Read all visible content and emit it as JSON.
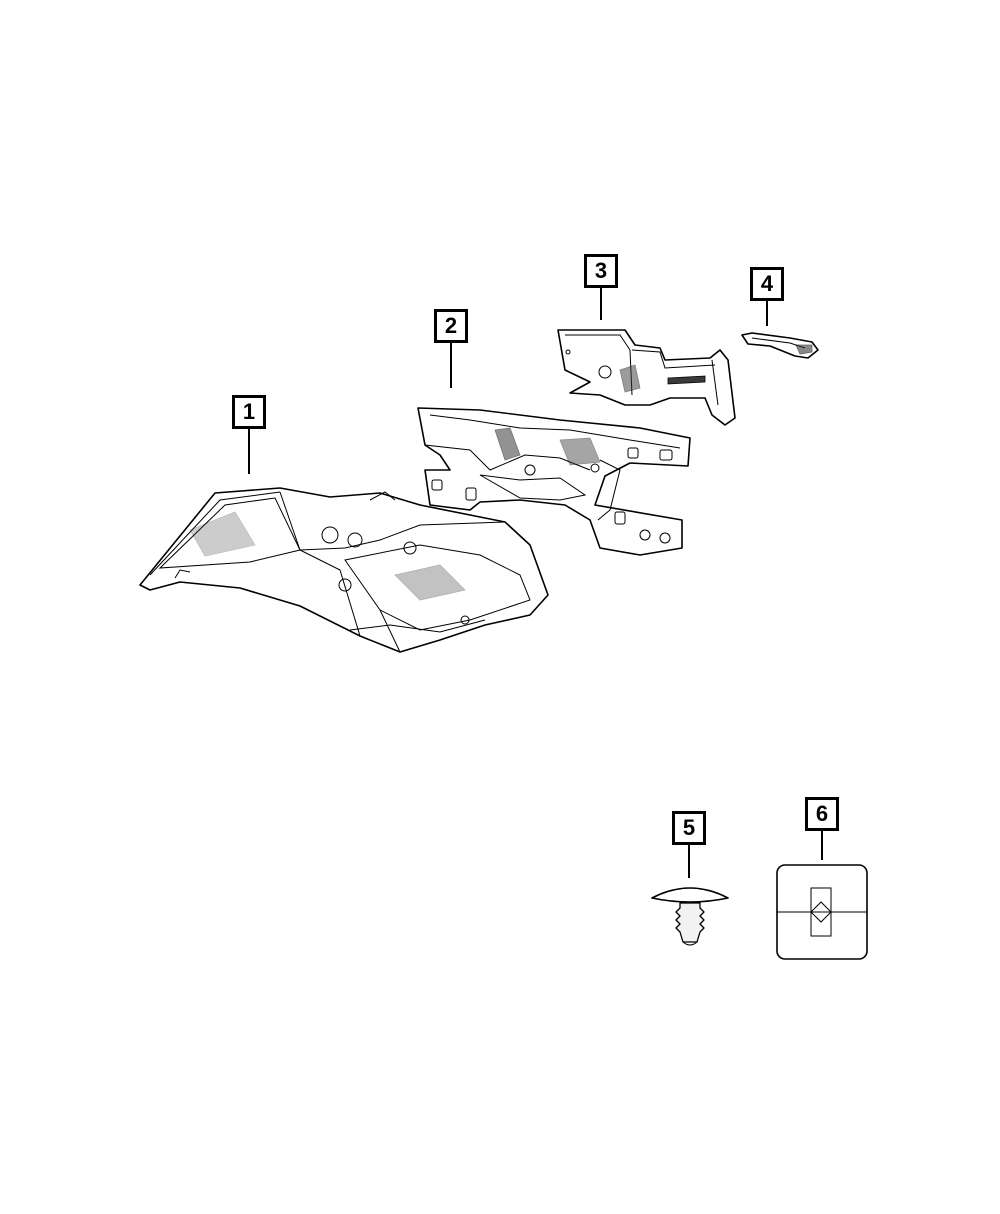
{
  "callouts": [
    {
      "id": "1",
      "label": "1"
    },
    {
      "id": "2",
      "label": "2"
    },
    {
      "id": "3",
      "label": "3"
    },
    {
      "id": "4",
      "label": "4"
    },
    {
      "id": "5",
      "label": "5"
    },
    {
      "id": "6",
      "label": "6"
    }
  ],
  "parts": {
    "1": {
      "icon": "underbody-shield-panel-icon"
    },
    "2": {
      "icon": "dash-panel-silencer-icon"
    },
    "3": {
      "icon": "heat-shield-insulator-icon"
    },
    "4": {
      "icon": "small-insulator-strip-icon"
    },
    "5": {
      "icon": "push-pin-retainer-icon"
    },
    "6": {
      "icon": "square-clip-nut-icon"
    }
  },
  "colors": {
    "line": "#000000",
    "background": "#ffffff",
    "shading": "#3a3a3a"
  }
}
